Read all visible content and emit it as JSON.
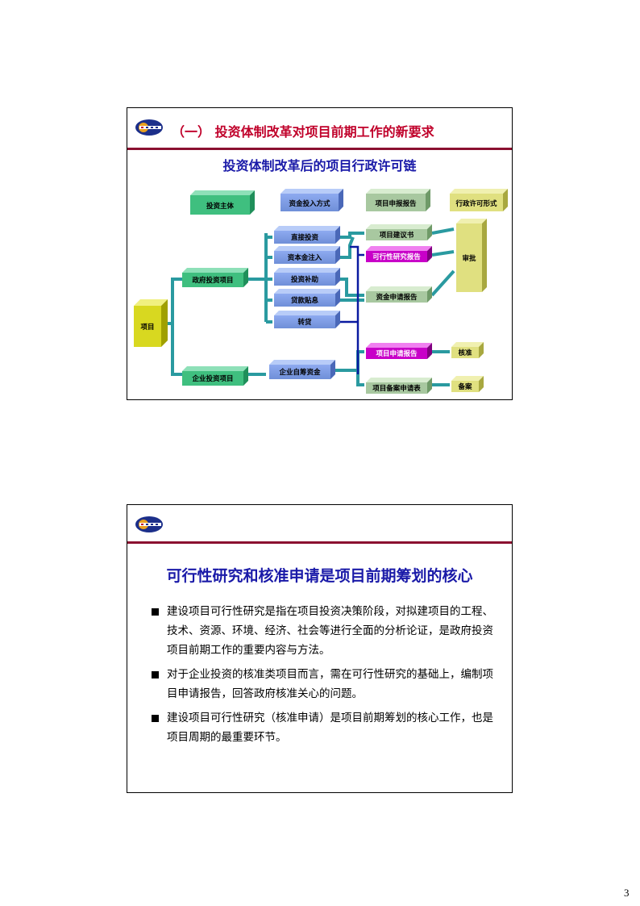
{
  "slide1": {
    "title": "（一） 投资体制改革对项目前期工作的新要求",
    "diagram_title": "投资体制改革后的项目行政许可链",
    "headers": [
      "投资主体",
      "资金投入方式",
      "项目申报报告",
      "行政许可形式"
    ],
    "root": "项目",
    "subjects": [
      "政府投资项目",
      "企业投资项目"
    ],
    "funding": [
      "直接投资",
      "资本金注入",
      "投资补助",
      "贷款贴息",
      "转贷",
      "企业自筹资金"
    ],
    "reports": [
      "项目建议书",
      "可行性研究报告",
      "资金申请报告",
      "项目申请报告",
      "项目备案申请表"
    ],
    "permits": [
      "审批",
      "核准",
      "备案"
    ],
    "colors": {
      "title": "#c0002a",
      "accent_line": "#8b1030",
      "heading": "#1a1aa8",
      "green_box": "#3fbf7f",
      "blue_box": "#7f9fdf",
      "sage_box": "#a8c8a0",
      "magenta_box": "#c800c8",
      "olive_box": "#e0e080",
      "connector": "#2a9aa0"
    }
  },
  "slide2": {
    "heading": "可行性研究和核准申请是项目前期筹划的核心",
    "bullets": [
      "建设项目可行性研究是指在项目投资决策阶段，对拟建项目的工程、技术、资源、环境、经济、社会等进行全面的分析论证，是政府投资项目前期工作的重要内容与方法。",
      "对于企业投资的核准类项目而言，需在可行性研究的基础上，编制项目申请报告，回答政府核准关心的问题。",
      "建设项目可行性研究（核准申请）是项目前期筹划的核心工作，也是项目周期的最重要环节。"
    ]
  },
  "page_number": "3"
}
